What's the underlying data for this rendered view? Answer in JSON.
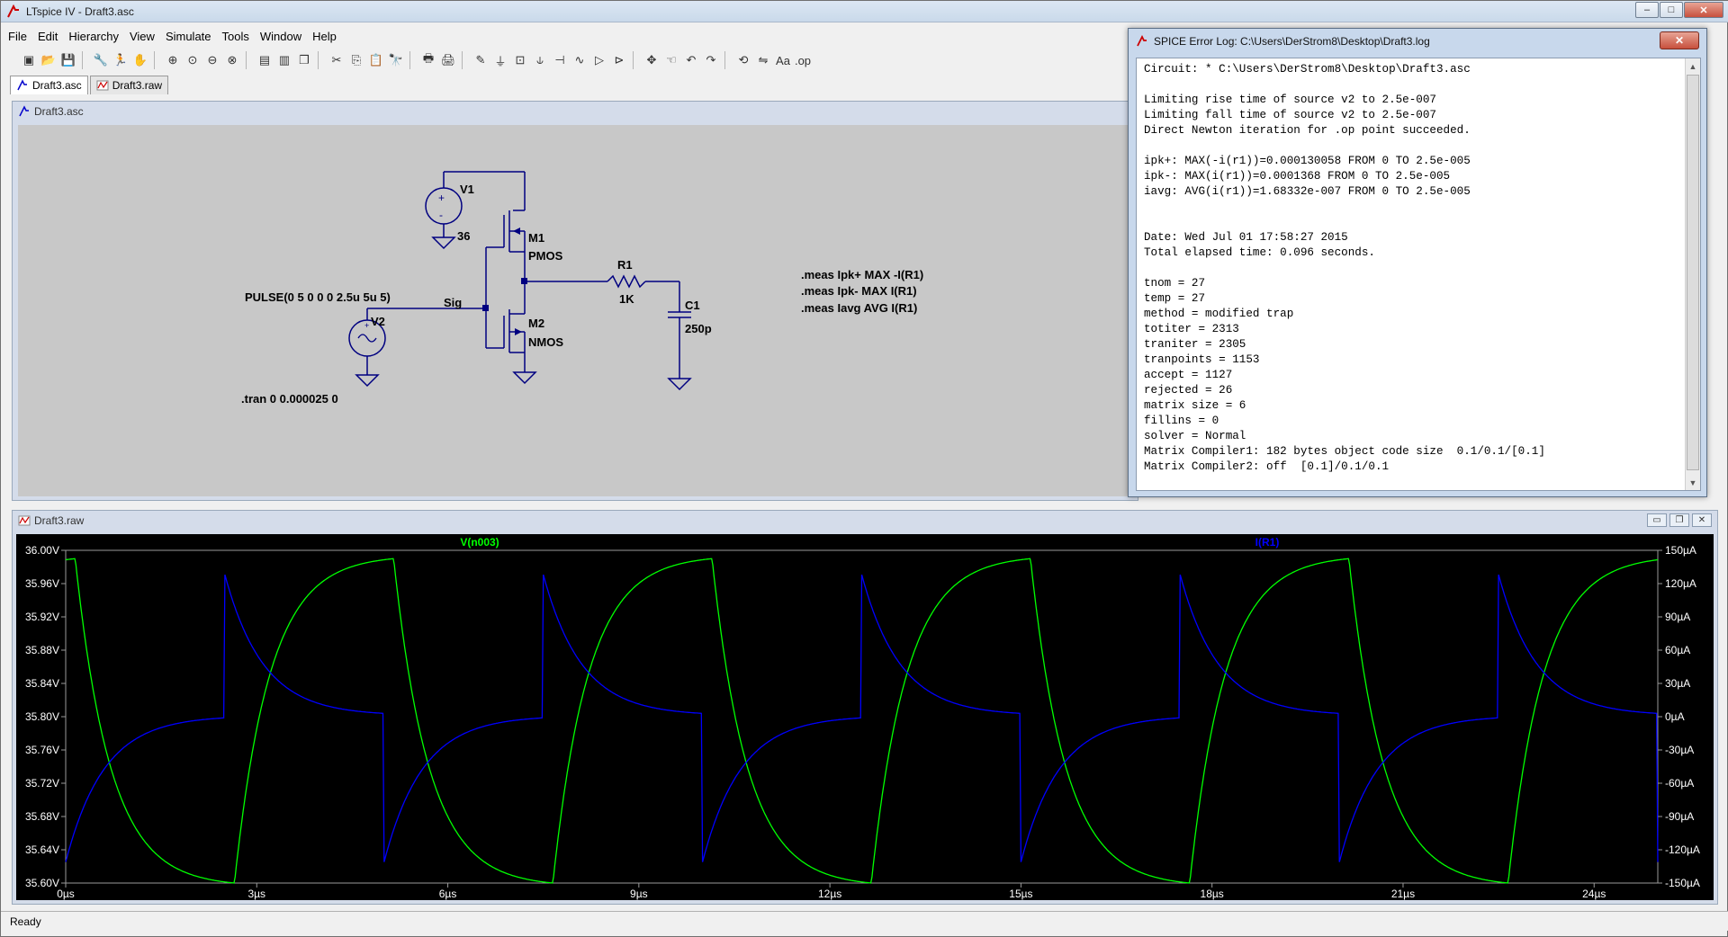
{
  "window": {
    "title": "LTspice IV - Draft3.asc",
    "minimize": "–",
    "maximize": "□",
    "close": "✕"
  },
  "menu": {
    "items": [
      "File",
      "Edit",
      "Hierarchy",
      "View",
      "Simulate",
      "Tools",
      "Window",
      "Help"
    ]
  },
  "toolbar": {
    "icons": [
      "new-schematic-icon",
      "open-icon",
      "save-icon",
      "control-panel-icon",
      "run-icon",
      "halt-icon",
      "zoom-in-icon",
      "zoom-full-icon",
      "zoom-out-icon",
      "zoom-cancel-icon",
      "tile-horizontal-icon",
      "tile-vertical-icon",
      "cascade-icon",
      "cut-icon",
      "copy-icon",
      "paste-icon",
      "find-icon",
      "print-setup-icon",
      "print-icon",
      "draw-wire-icon",
      "ground-icon",
      "label-net-icon",
      "resistor-icon",
      "capacitor-icon",
      "inductor-icon",
      "diode-icon",
      "component-icon",
      "move-icon",
      "drag-icon",
      "undo-icon",
      "redo-icon",
      "rotate-icon",
      "mirror-icon",
      "text-icon",
      "spice-directive-icon"
    ],
    "glyphs": [
      "▣",
      "📂",
      "💾",
      "🔧",
      "🏃",
      "✋",
      "⊕",
      "⊙",
      "⊖",
      "⊗",
      "▤",
      "▥",
      "❐",
      "✂",
      "⎘",
      "📋",
      "🔭",
      "🖶",
      "🖨",
      "✎",
      "⏚",
      "⊡",
      "⫝",
      "⊣",
      "∿",
      "▷",
      "⊳",
      "✥",
      "☜",
      "↶",
      "↷",
      "⟲",
      "⇋",
      "Aa",
      ".op"
    ]
  },
  "tabs": [
    {
      "label": "Draft3.asc",
      "active": true
    },
    {
      "label": "Draft3.raw",
      "active": false
    }
  ],
  "schematic": {
    "title": "Draft3.asc",
    "labels": {
      "v1": "V1",
      "v1_value": "36",
      "m1": "M1",
      "m1_model": "PMOS",
      "m2": "M2",
      "m2_model": "NMOS",
      "r1": "R1",
      "r1_value": "1K",
      "c1": "C1",
      "c1_value": "250p",
      "v2": "V2",
      "v2_value": "PULSE(0 5 0 0 0 2.5u 5u 5)",
      "sig": "Sig",
      "tran": ".tran 0 0.000025 0",
      "meas1": ".meas Ipk+ MAX -I(R1)",
      "meas2": ".meas Ipk- MAX I(R1)",
      "meas3": ".meas Iavg AVG I(R1)"
    },
    "wire_color": "#000080",
    "bg_color": "#c8c8c8"
  },
  "log": {
    "title": "SPICE Error Log: C:\\Users\\DerStrom8\\Desktop\\Draft3.log",
    "close": "✕",
    "lines": [
      "Circuit: * C:\\Users\\DerStrom8\\Desktop\\Draft3.asc",
      "",
      "Limiting rise time of source v2 to 2.5e-007",
      "Limiting fall time of source v2 to 2.5e-007",
      "Direct Newton iteration for .op point succeeded.",
      "",
      "ipk+: MAX(-i(r1))=0.000130058 FROM 0 TO 2.5e-005",
      "ipk-: MAX(i(r1))=0.0001368 FROM 0 TO 2.5e-005",
      "iavg: AVG(i(r1))=1.68332e-007 FROM 0 TO 2.5e-005",
      "",
      "",
      "Date: Wed Jul 01 17:58:27 2015",
      "Total elapsed time: 0.096 seconds.",
      "",
      "tnom = 27",
      "temp = 27",
      "method = modified trap",
      "totiter = 2313",
      "traniter = 2305",
      "tranpoints = 1153",
      "accept = 1127",
      "rejected = 26",
      "matrix size = 6",
      "fillins = 0",
      "solver = Normal",
      "Matrix Compiler1: 182 bytes object code size  0.1/0.1/[0.1]",
      "Matrix Compiler2: off  [0.1]/0.1/0.1"
    ]
  },
  "waveform": {
    "title": "Draft3.raw",
    "mdi_buttons": [
      "▭",
      "❐",
      "✕"
    ]
  },
  "chart_data": {
    "type": "line",
    "x_ticks": [
      "0µs",
      "3µs",
      "6µs",
      "9µs",
      "12µs",
      "15µs",
      "18µs",
      "21µs",
      "24µs"
    ],
    "x_tick_values": [
      0,
      3,
      6,
      9,
      12,
      15,
      18,
      21,
      24
    ],
    "xlim": [
      0,
      25
    ],
    "y_left_ticks": [
      "36.00V",
      "35.96V",
      "35.92V",
      "35.88V",
      "35.84V",
      "35.80V",
      "35.76V",
      "35.72V",
      "35.68V",
      "35.64V",
      "35.60V"
    ],
    "ylim_left": [
      35.6,
      36.0
    ],
    "y_right_ticks": [
      "150µA",
      "120µA",
      "90µA",
      "60µA",
      "30µA",
      "0µA",
      "-30µA",
      "-60µA",
      "-90µA",
      "-120µA",
      "-150µA"
    ],
    "ylim_right": [
      -150,
      150
    ],
    "period": 5,
    "series": [
      {
        "name": "V(n003)",
        "color": "#00ff00",
        "axis": "left",
        "min": 35.6,
        "max": 35.99,
        "rise_start": 2.65,
        "fall_start": 5.15
      },
      {
        "name": "I(R1)",
        "color": "#0000ff",
        "axis": "right",
        "min": -131,
        "max": 128,
        "step_up": 2.5,
        "step_down": 5.0
      }
    ],
    "background": "#000000",
    "grid": false
  },
  "status": {
    "text": "Ready"
  }
}
